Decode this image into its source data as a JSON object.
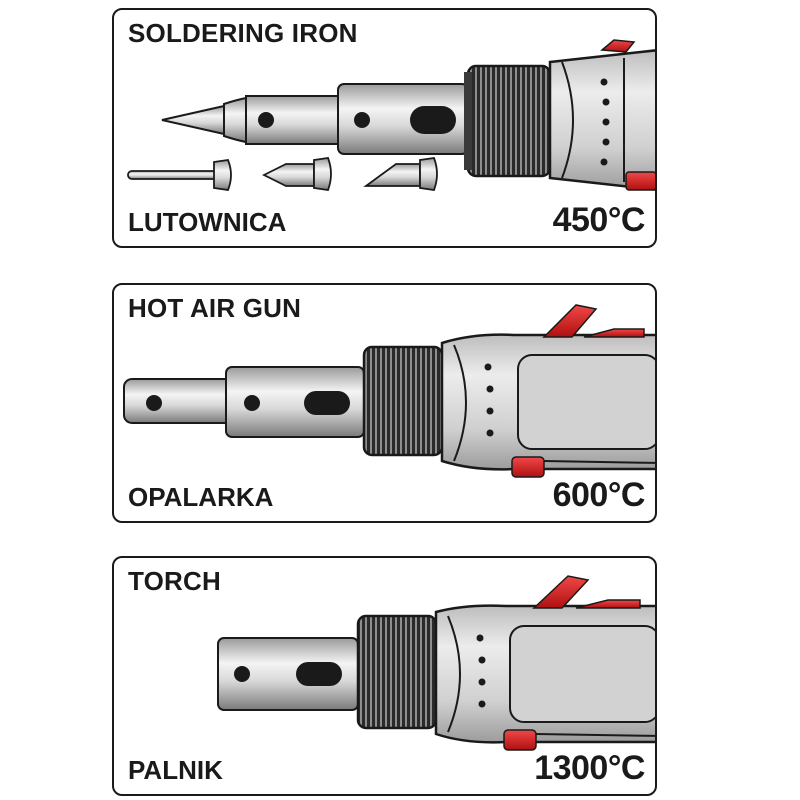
{
  "panels": [
    {
      "title": "SOLDERING IRON",
      "subtitle": "LUTOWNICA",
      "temperature": "450°C",
      "tool_icon": "soldering-iron-icon",
      "accessories": [
        "tip-icon",
        "tip-icon",
        "tip-icon",
        "tip-icon"
      ]
    },
    {
      "title": "HOT AIR GUN",
      "subtitle": "OPALARKA",
      "temperature": "600°C",
      "tool_icon": "hot-air-gun-icon"
    },
    {
      "title": "TORCH",
      "subtitle": "PALNIK",
      "temperature": "1300°C",
      "tool_icon": "torch-icon"
    }
  ],
  "colors": {
    "outline": "#1a1a1a",
    "metal_light": "#f2f2f2",
    "metal_mid": "#c8c8c8",
    "metal_dark": "#8a8a8a",
    "body_gray": "#d4d4d4",
    "accent_red": "#d71920"
  }
}
